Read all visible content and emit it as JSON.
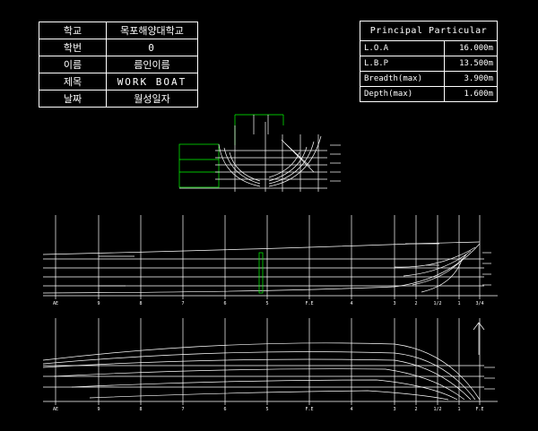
{
  "title_block": {
    "rows": [
      {
        "label": "학교",
        "value": "목포해양대학교"
      },
      {
        "label": "학번",
        "value": "0"
      },
      {
        "label": "이름",
        "value": "름인이름"
      },
      {
        "label": "제목",
        "value": "WORK BOAT"
      },
      {
        "label": "날짜",
        "value": "월성일자"
      }
    ]
  },
  "principal_particular": {
    "header": "Principal Particular",
    "rows": [
      {
        "label": "L.O.A",
        "value": "16.000m"
      },
      {
        "label": "L.B.P",
        "value": "13.500m"
      },
      {
        "label": "Breadth(max)",
        "value": "3.900m"
      },
      {
        "label": "Depth(max)",
        "value": "1.600m"
      }
    ]
  },
  "stations": [
    "AE",
    "9",
    "8",
    "7",
    "6",
    "5",
    "F.E",
    "4",
    "3",
    "2",
    "1/2",
    "1",
    "3/4",
    "F.E"
  ],
  "colors": {
    "lines": "#ffffff",
    "accent": "#00ff00",
    "background": "#000000"
  }
}
